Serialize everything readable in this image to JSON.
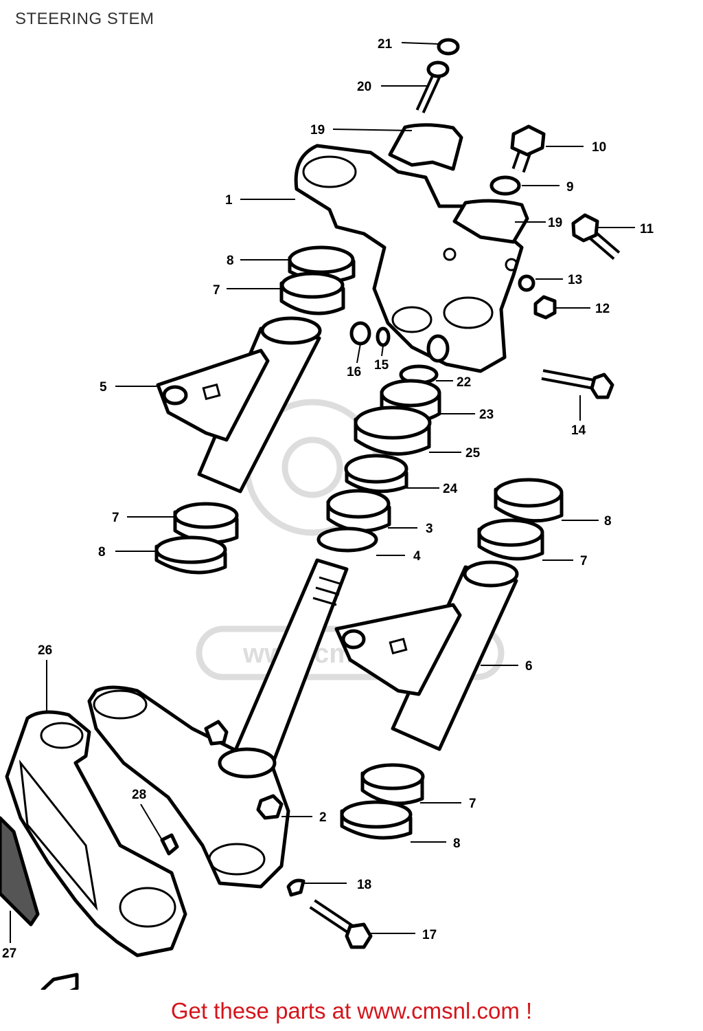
{
  "title": "STEERING STEM",
  "footer_text": "Get these parts at www.cmsnl.com !",
  "watermark_text": "www.cmsnl.com",
  "colors": {
    "footer": "#d4151b",
    "line_art": "#000000",
    "watermark": "#dddddd"
  },
  "callouts": [
    {
      "label": "21"
    },
    {
      "label": "20"
    },
    {
      "label": "19"
    },
    {
      "label": "10"
    },
    {
      "label": "9"
    },
    {
      "label": "1"
    },
    {
      "label": "19"
    },
    {
      "label": "11"
    },
    {
      "label": "8"
    },
    {
      "label": "13"
    },
    {
      "label": "7"
    },
    {
      "label": "12"
    },
    {
      "label": "16"
    },
    {
      "label": "15"
    },
    {
      "label": "5"
    },
    {
      "label": "22"
    },
    {
      "label": "23"
    },
    {
      "label": "14"
    },
    {
      "label": "25"
    },
    {
      "label": "24"
    },
    {
      "label": "7"
    },
    {
      "label": "3"
    },
    {
      "label": "8"
    },
    {
      "label": "8"
    },
    {
      "label": "4"
    },
    {
      "label": "7"
    },
    {
      "label": "26"
    },
    {
      "label": "6"
    },
    {
      "label": "28"
    },
    {
      "label": "7"
    },
    {
      "label": "2"
    },
    {
      "label": "8"
    },
    {
      "label": "18"
    },
    {
      "label": "27"
    },
    {
      "label": "17"
    }
  ]
}
